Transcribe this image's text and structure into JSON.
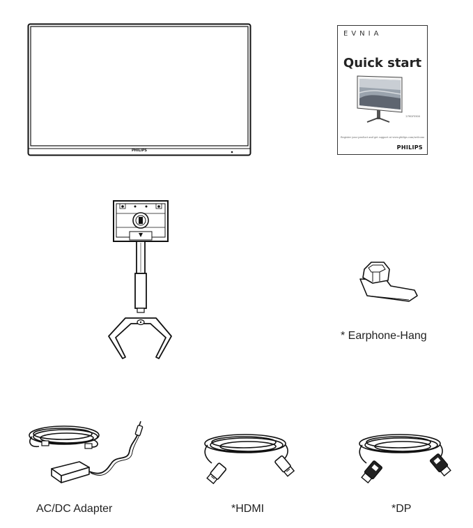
{
  "monitor": {
    "brand": "PHILIPS"
  },
  "quick_start_guide": {
    "brand": "EVNIA",
    "title": "Quick start",
    "model": "27M1F5500",
    "register_text": "Register your product and get support at www.philips.com/welcome",
    "footer_brand": "PHILIPS"
  },
  "stand": {},
  "accessories": {
    "earphone_hang": "* Earphone-Hang",
    "ac_dc_adapter": "AC/DC Adapter",
    "hdmi": "*HDMI",
    "dp": "*DP"
  }
}
